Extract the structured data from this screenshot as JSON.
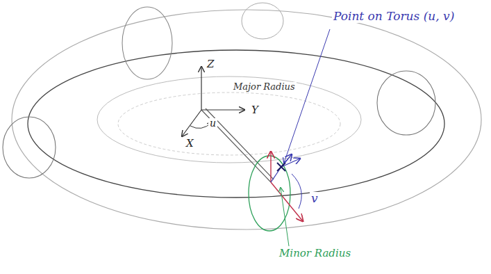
{
  "diagram": {
    "labels": [
      "Z",
      "Y",
      "X",
      "u",
      "Major Radius",
      "Point on Torus (u, v)",
      "v",
      "Minor Radius"
    ]
  }
}
